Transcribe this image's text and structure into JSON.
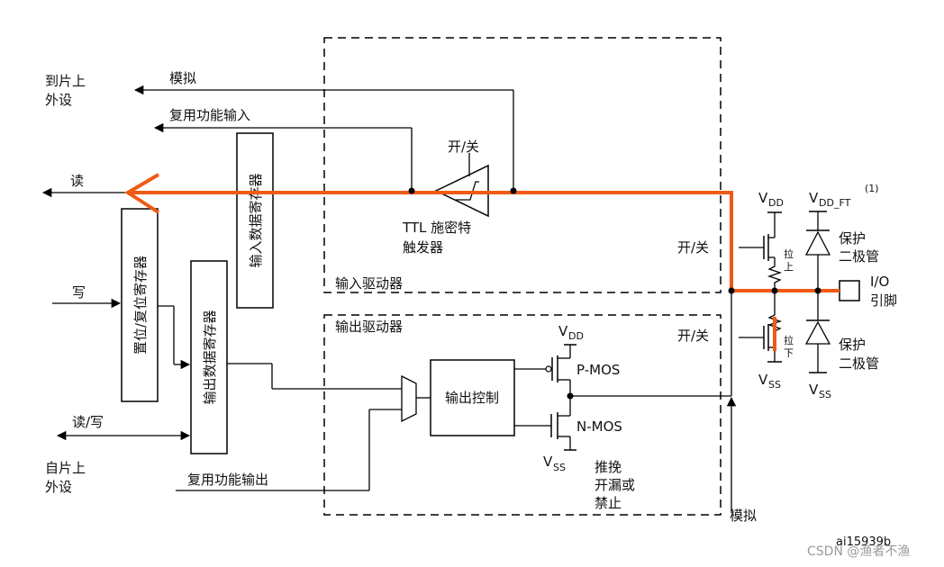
{
  "labels": {
    "to_onchip_peripheral": [
      "到片上",
      "外设"
    ],
    "from_onchip_peripheral": [
      "自片上",
      "外设"
    ],
    "analog_top": "模拟",
    "alt_func_input": "复用功能输入",
    "read": "读",
    "write": "写",
    "read_write": "读/写",
    "alt_func_output": "复用功能输出",
    "input_data_register": "输入数据寄存器",
    "bit_set_reset_register": "置位/复位寄存器",
    "output_data_register": "输出数据寄存器",
    "on_off_schmitt": "开/关",
    "ttl_schmitt": [
      "TTL 施密特",
      "触发器"
    ],
    "input_driver": "输入驱动器",
    "output_driver": "输出驱动器",
    "on_off_pullup": "开/关",
    "on_off_output": "开/关",
    "output_control": "输出控制",
    "vdd": "V",
    "vdd_sub": "DD",
    "vss": "V",
    "vss_sub": "SS",
    "vdd_ft": "V",
    "vdd_ft_sub": "DD_FT",
    "vdd_ft_note": "(1)",
    "pmos": "P-MOS",
    "nmos": "N-MOS",
    "push_pull": [
      "推挽",
      "开漏或",
      "禁止"
    ],
    "pull_up": [
      "拉",
      "上"
    ],
    "pull_down": [
      "拉",
      "下"
    ],
    "protection_diode_top": [
      "保护",
      "二极管"
    ],
    "protection_diode_bottom": [
      "保护",
      "二极管"
    ],
    "io_pin": [
      "I/O",
      "引脚"
    ],
    "analog_bottom": "模拟",
    "figure_id": "ai15939b",
    "watermark": "CSDN @渔者不渔"
  },
  "colors": {
    "line": "#000000",
    "highlight": "#f05a14",
    "watermark": "#9a9a9a"
  }
}
